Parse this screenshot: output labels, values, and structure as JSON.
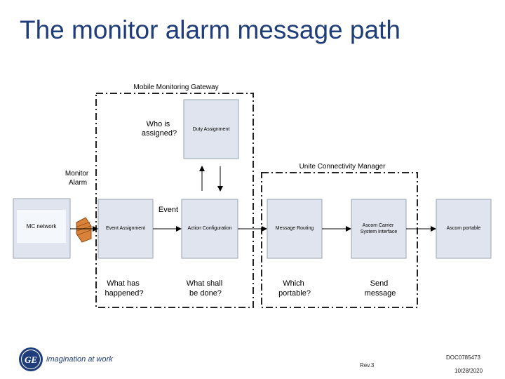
{
  "slide": {
    "title": "The monitor alarm message path"
  },
  "diagram": {
    "gateway_label": "Mobile Monitoring Gateway",
    "ucm_label": "Unite Connectivity Manager",
    "monitor_alarm_label": "Monitor\nAlarm",
    "event_label": "Event",
    "questions": {
      "who_assigned": "Who is\nassigned?",
      "what_happened": "What has\nhappened?",
      "what_done": "What shall\nbe done?",
      "which_portable": "Which\nportable?",
      "send_message": "Send\nmessage"
    },
    "boxes": {
      "mc_network": "MC network",
      "duty_assignment": "Duty Assignment",
      "event_assignment": "Event Assignment",
      "action_configuration": "Action Configuration",
      "message_routing": "Message Routing",
      "ascom_carrier": "Ascom Carrier\nSystem Interface",
      "ascom_portable": "Ascom portable"
    },
    "colors": {
      "box_fill": "#dfe4ee",
      "box_stroke": "#9aa3b0",
      "firewall": "#d9823a",
      "dash": "#222222"
    }
  },
  "footer": {
    "logo_text": "GE",
    "tagline": "imagination at work",
    "doc_number": "DOC0785473",
    "revision": "Rev.3",
    "date": "10/28/2020"
  }
}
